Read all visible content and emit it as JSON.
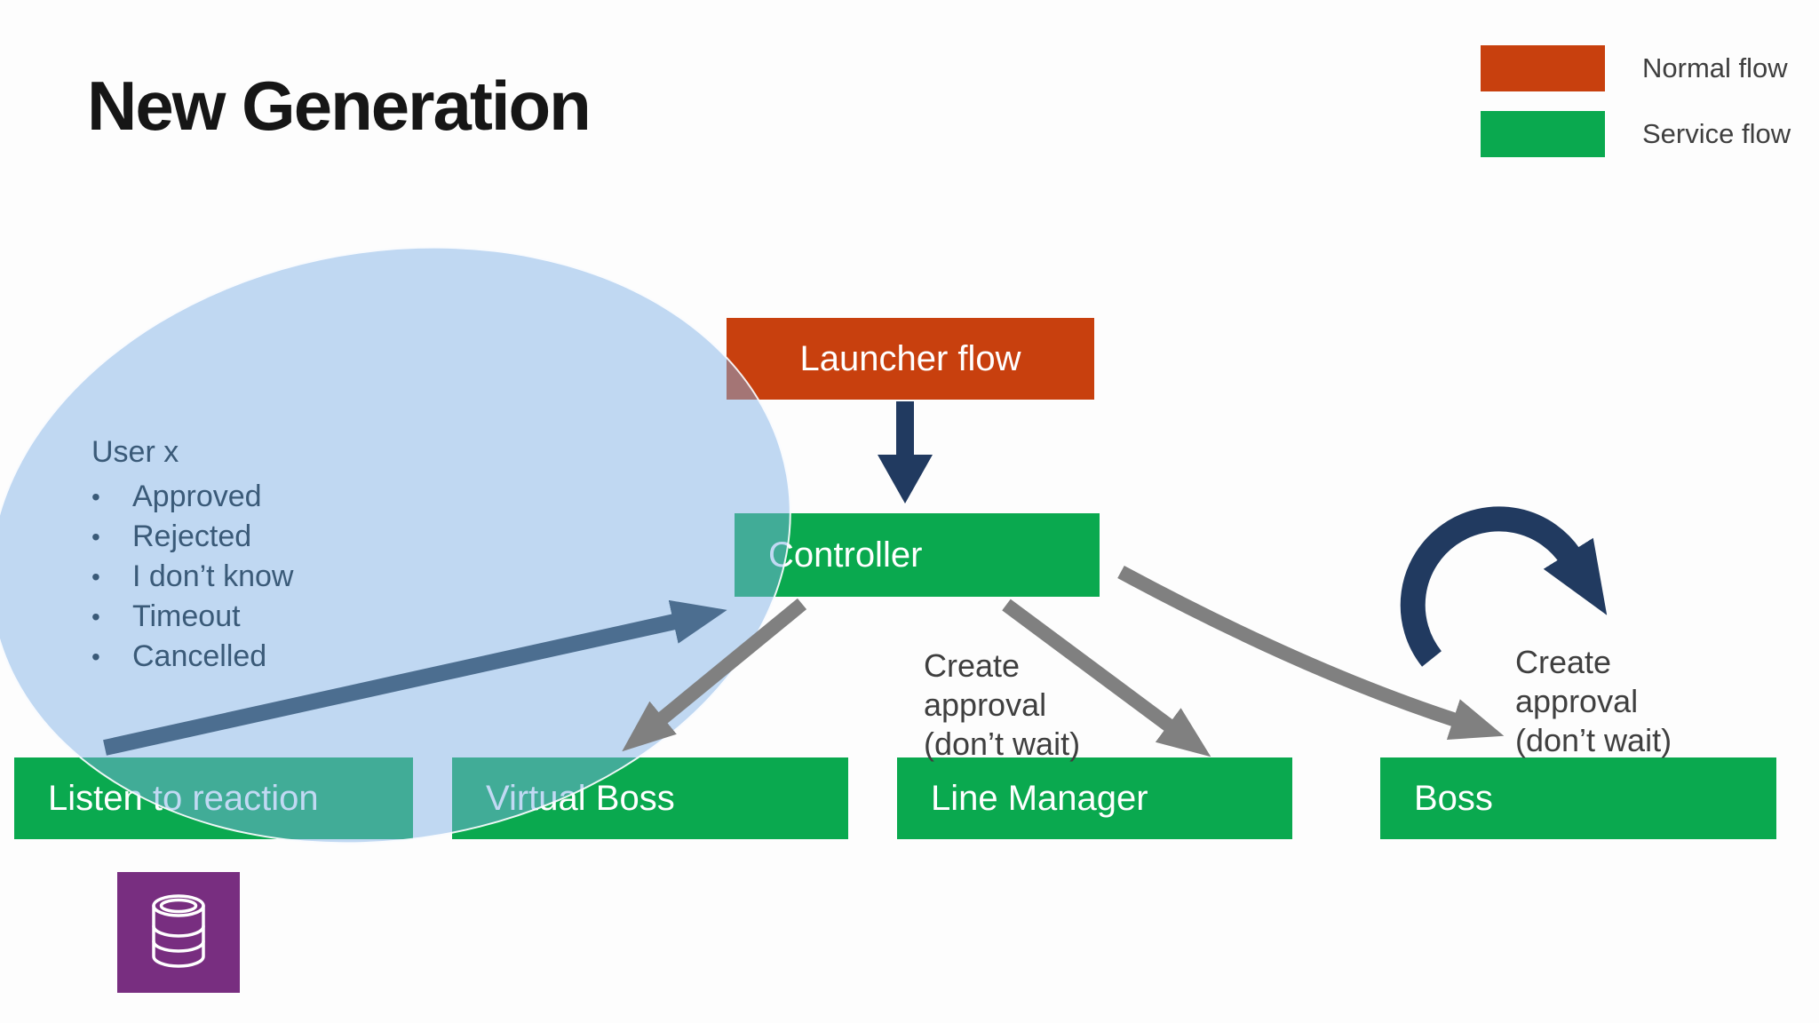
{
  "title": "New Generation",
  "legend": {
    "items": [
      {
        "label": "Normal flow",
        "color": "#C8400E"
      },
      {
        "label": "Service flow",
        "color": "#0AA94F"
      }
    ]
  },
  "note": {
    "heading": "User x",
    "bullet_char": "•",
    "bullets": [
      "Approved",
      "Rejected",
      "I don’t know",
      "Timeout",
      "Cancelled"
    ]
  },
  "nodes": {
    "launcher_flow": {
      "label": "Launcher flow",
      "flow": "normal"
    },
    "controller": {
      "label": "Controller",
      "flow": "service"
    },
    "listen_to_reaction": {
      "label": "Listen to reaction",
      "flow": "service"
    },
    "virtual_boss": {
      "label": "Virtual Boss",
      "flow": "service"
    },
    "line_manager": {
      "label": "Line Manager",
      "flow": "service"
    },
    "boss": {
      "label": "Boss",
      "flow": "service"
    }
  },
  "annotations": {
    "create_approval_line_manager": {
      "lines": [
        "Create",
        "approval",
        "(don’t wait)"
      ]
    },
    "create_approval_boss": {
      "lines": [
        "Create",
        "approval",
        "(don’t wait)"
      ]
    }
  },
  "icons": {
    "database": "database-icon"
  },
  "colors": {
    "normal_flow": "#C8400E",
    "service_flow": "#0AA94F",
    "navy": "#213A60",
    "steel_arrow": "#4C6E90",
    "gray_arrow": "#808080",
    "database_purple": "#782E80",
    "ellipse_fill": "#7DB0E5",
    "note_text": "#3A5A78",
    "annotation_text": "#3F3F3F",
    "title_text": "#161616"
  }
}
